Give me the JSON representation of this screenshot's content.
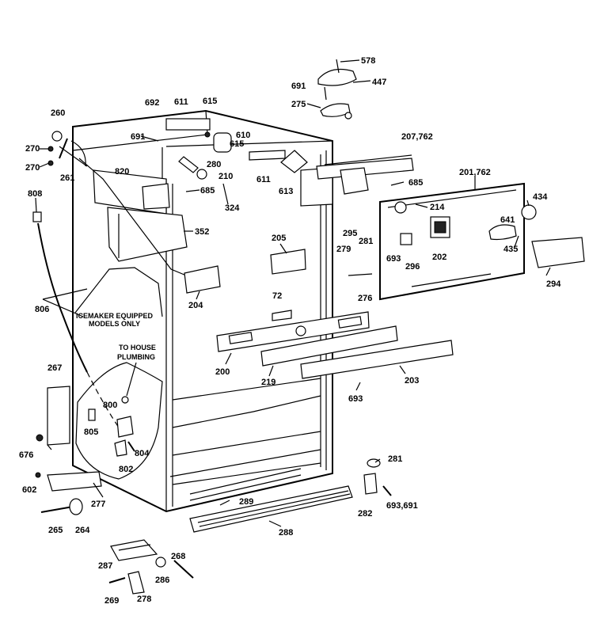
{
  "labels": {
    "l578": "578",
    "l447": "447",
    "l691a": "691",
    "l275": "275",
    "l692": "692",
    "l611a": "611",
    "l615a": "615",
    "l260": "260",
    "l691b": "691",
    "l610": "610",
    "l207": "207,762",
    "l270a": "270",
    "l280": "280",
    "l615b": "615",
    "l270b": "270",
    "l261": "261",
    "l820": "820",
    "l210": "210",
    "l611b": "611",
    "l613": "613",
    "l685a": "685",
    "l685b": "685",
    "l201": "201,762",
    "l808": "808",
    "l324": "324",
    "l214": "214",
    "l434": "434",
    "l641": "641",
    "l352": "352",
    "l205": "205",
    "l295": "295",
    "l281a": "281",
    "l279": "279",
    "l693a": "693",
    "l202": "202",
    "l296": "296",
    "l435": "435",
    "l294": "294",
    "l204": "204",
    "l276": "276",
    "l806": "806",
    "l72": "72",
    "l267": "267",
    "l200": "200",
    "l219": "219",
    "l203": "203",
    "l693b": "693",
    "l800": "800",
    "l805": "805",
    "l804": "804",
    "l802": "802",
    "l676": "676",
    "l281b": "281",
    "l602": "602",
    "l277": "277",
    "l289": "289",
    "l282": "282",
    "l693c": "693,691",
    "l265": "265",
    "l264": "264",
    "l288": "288",
    "l268": "268",
    "l287": "287",
    "l286": "286",
    "l269": "269",
    "l278": "278"
  },
  "notes": {
    "icemaker_line1": "ICEMAKER EQUIPPED",
    "icemaker_line2": "MODELS ONLY",
    "plumbing_line1": "TO HOUSE",
    "plumbing_line2": "PLUMBING"
  }
}
